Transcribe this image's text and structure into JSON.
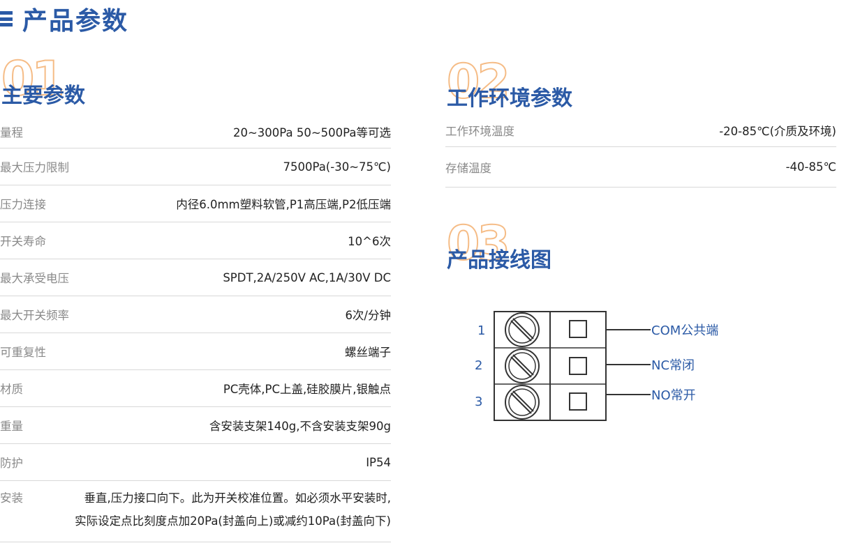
{
  "header": {
    "title": "产品参数"
  },
  "sections": [
    {
      "num": "01",
      "title": "主要参数"
    },
    {
      "num": "02",
      "title": "工作环境参数"
    },
    {
      "num": "03",
      "title": "产品接线图"
    }
  ],
  "main_params": [
    {
      "label": "量程",
      "value": "20~300Pa 50~500Pa等可选"
    },
    {
      "label": "最大压力限制",
      "value": "7500Pa(-30~75℃)"
    },
    {
      "label": "压力连接",
      "value": "内径6.0mm塑料软管,P1高压端,P2低压端"
    },
    {
      "label": "开关寿命",
      "value": "10^6次"
    },
    {
      "label": "最大承受电压",
      "value": "SPDT,2A/250V AC,1A/30V DC"
    },
    {
      "label": "最大开关频率",
      "value": "6次/分钟"
    },
    {
      "label": "可重复性",
      "value": "螺丝端子"
    },
    {
      "label": "材质",
      "value": "PC壳体,PC上盖,硅胶膜片,银触点"
    },
    {
      "label": "重量",
      "value": "含安装支架140g,不含安装支架90g"
    },
    {
      "label": "防护",
      "value": "IP54"
    }
  ],
  "install": {
    "label": "安装",
    "line1": "垂直,压力接口向下。此为开关校准位置。如必须水平安装时,",
    "line2": "实际设定点比刻度点加20Pa(封盖向上)或减约10Pa(封盖向下)"
  },
  "env_params": [
    {
      "label": "工作环境温度",
      "value": "-20-85℃(介质及环境)"
    },
    {
      "label": "存储温度",
      "value": "-40-85℃"
    }
  ],
  "wiring": {
    "terminals": [
      {
        "num": "1",
        "label": "COM公共端"
      },
      {
        "num": "2",
        "label": "NC常闭"
      },
      {
        "num": "3",
        "label": "NO常开"
      }
    ]
  },
  "colors": {
    "brand_blue": "#2b5aa6",
    "accent_orange": "#f5b57a",
    "divider": "#d8d8d8"
  }
}
